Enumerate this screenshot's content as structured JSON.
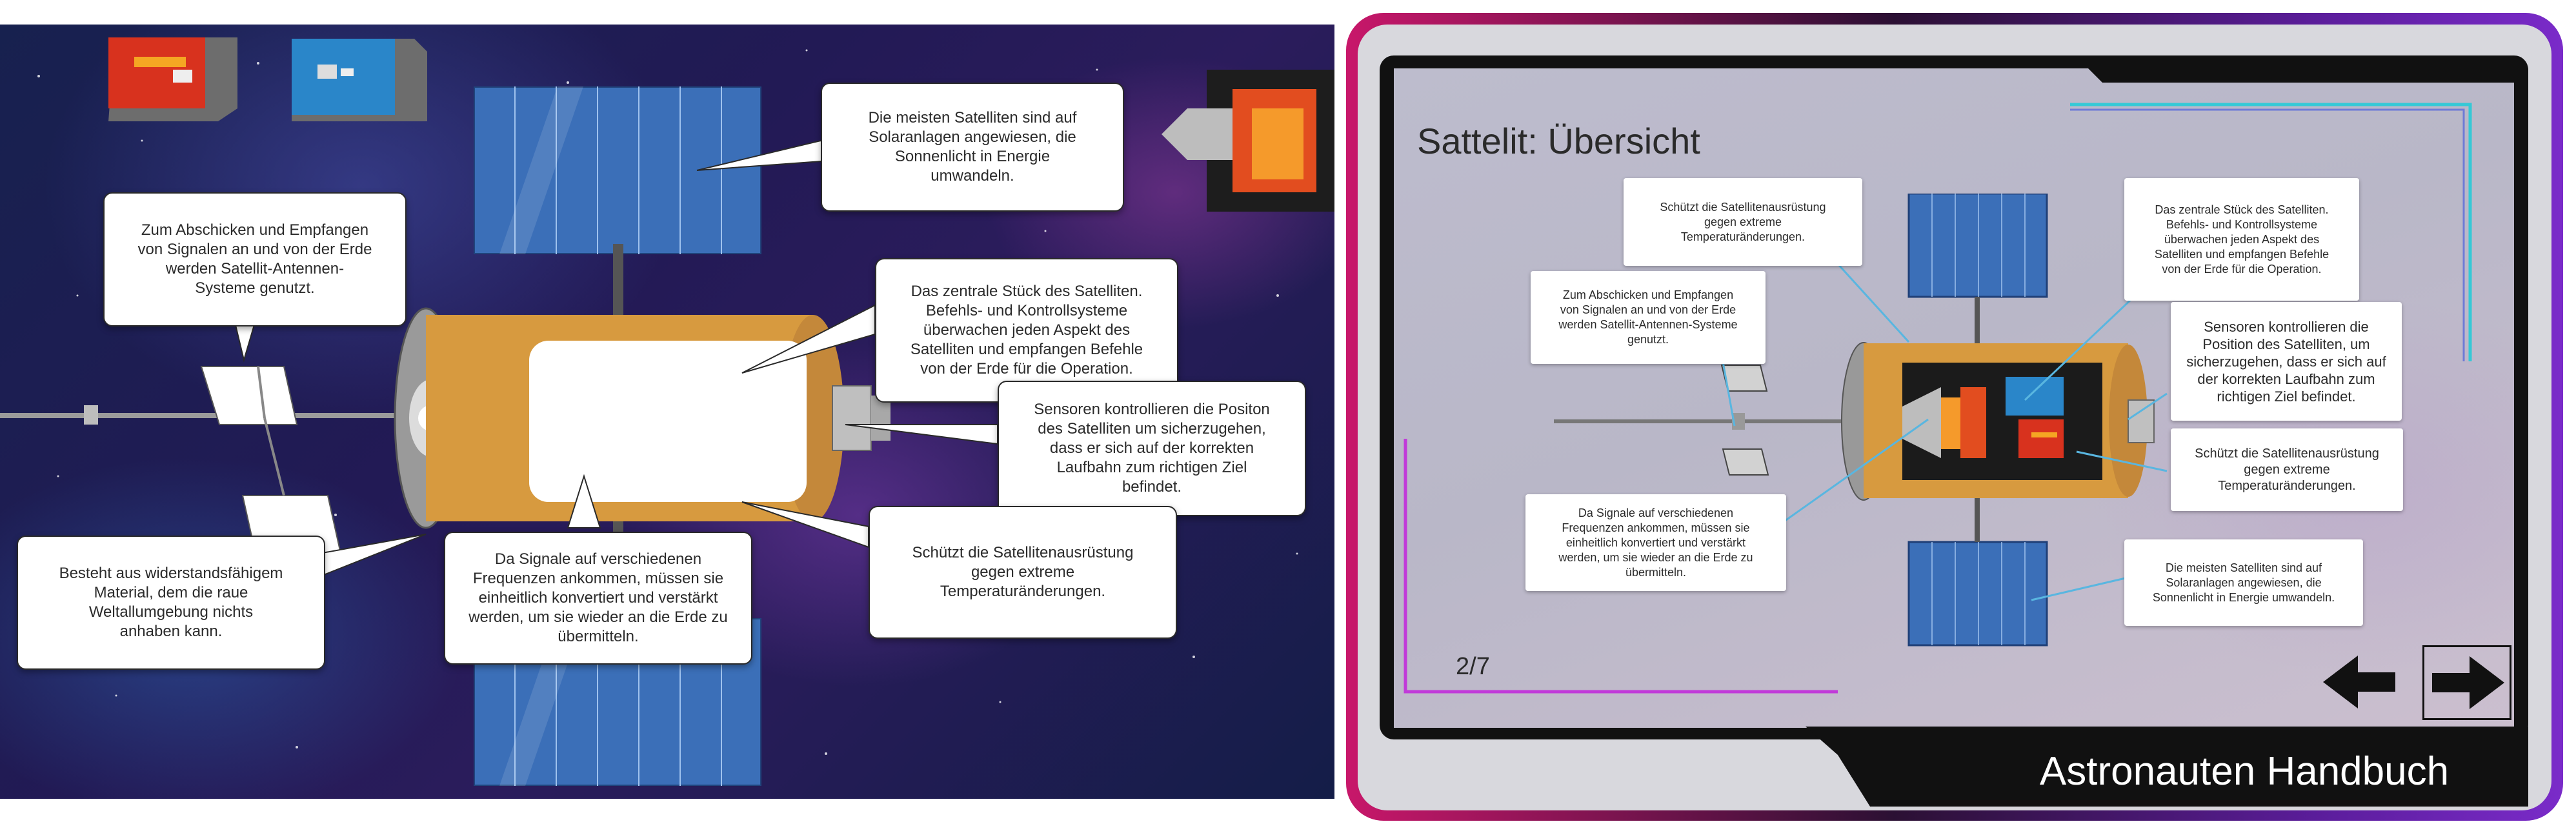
{
  "left_scene": {
    "callouts": {
      "antenna": "Zum Abschicken und Empfangen\nvon Signalen an und von der Erde\nwerden Satellit-Antennen-\nSysteme genutzt.",
      "solar": "Die meisten Satelliten sind auf\nSolaranlagen angewiesen, die\nSonnenlicht in Energie\numwandeln.",
      "core": "Das zentrale Stück des Satelliten.\nBefehls- und Kontrollsysteme\nüberwachen jeden Aspekt des\nSatelliten und empfangen Befehle\nvon der Erde für die Operation.",
      "sensors": "Sensoren kontrollieren die Positon\ndes Satelliten um sicherzugehen,\ndass er sich auf der korrekten\nLaufbahn zum richtigen Ziel\nbefindet.",
      "material": "Besteht aus widerstandsfähigem\nMaterial, dem die raue\nWeltallumgebung nichts\nanhaben kann.",
      "signals": "Da Signale auf verschiedenen\nFrequenzen ankommen, müssen sie\neinheitlich konvertiert und verstärkt\nwerden, um sie wieder an die Erde zu\nübermitteln.",
      "thermal": "Schützt die Satellitenausrüstung\ngegen extreme\nTemperaturänderungen."
    }
  },
  "right_scene": {
    "title": "Sattelit: Übersicht",
    "page_indicator": "2/7",
    "footer_title": "Astronauten Handbuch",
    "prev_icon": "arrow-left-icon",
    "next_icon": "arrow-right-icon",
    "callouts": {
      "thermal_top": "Schützt die Satellitenausrüstung\ngegen extreme\nTemperaturänderungen.",
      "antenna": "Zum Abschicken und Empfangen\nvon Signalen an und von der Erde\nwerden Satellit-Antennen-Systeme\ngenutzt.",
      "signals": "Da Signale auf verschiedenen\nFrequenzen ankommen, müssen sie\neinheitlich konvertiert und verstärkt\nwerden, um sie wieder an die Erde zu\nübermitteln.",
      "core": "Das zentrale Stück des Satelliten.\nBefehls- und Kontrollsysteme\nüberwachen jeden Aspekt des\nSatelliten und empfangen Befehle\nvon der Erde für die Operation.",
      "sensors": "Sensoren kontrollieren die\nPosition des Satelliten, um\nsicherzugehen, dass er sich auf\nder korrekten Laufbahn zum\nrichtigen Ziel befindet.",
      "thermal_right": "Schützt die Satellitenausrüstung\ngegen extreme\nTemperaturänderungen.",
      "solar": "Die meisten Satelliten sind auf\nSolaranlagen angewiesen, die\nSonnenlicht in Energie umwandeln."
    }
  },
  "colors": {
    "frame_pink": "#c8176a",
    "frame_purple": "#7a2bc9",
    "accent_cyan": "#35c9d6",
    "hull_orange": "#d79a3f",
    "panel_blue": "#3b6fb8"
  }
}
